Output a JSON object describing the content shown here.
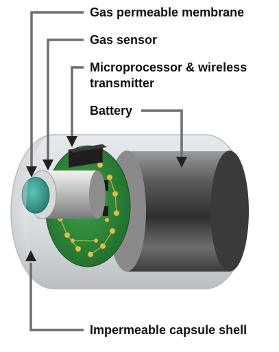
{
  "labels": {
    "membrane": "Gas permeable membrane",
    "sensor": "Gas sensor",
    "micro_line1": "Microprocessor & wireless",
    "micro_line2": "transmitter",
    "battery": "Battery",
    "shell": "Impermeable capsule shell"
  },
  "colors": {
    "leader": "#6e6e6e",
    "pcb": "#2f8a3a",
    "membrane": "#3aa89a",
    "battery": "#4a4a4a",
    "shell": "#cfd3d6"
  }
}
